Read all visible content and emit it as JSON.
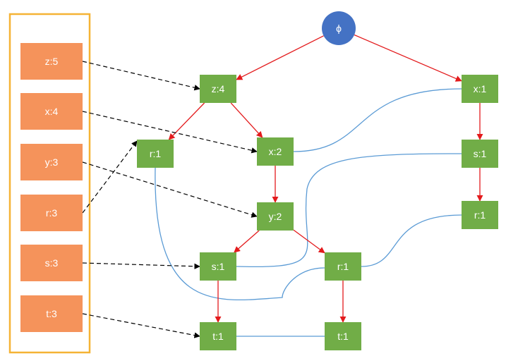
{
  "colors": {
    "header_panel_border": "#f5b335",
    "header_item_fill": "#f5935b",
    "tree_node_fill": "#71ad47",
    "root_fill": "#4472c4",
    "tree_edge": "#e31a1c",
    "node_link": "#5b9bd5",
    "header_pointer": "#000000"
  },
  "header_table": [
    {
      "id": "h-z",
      "label": "z:5"
    },
    {
      "id": "h-x",
      "label": "x:4"
    },
    {
      "id": "h-y",
      "label": "y:3"
    },
    {
      "id": "h-r",
      "label": "r:3"
    },
    {
      "id": "h-s",
      "label": "s:3"
    },
    {
      "id": "h-t",
      "label": "t:3"
    }
  ],
  "root": {
    "id": "root",
    "label": "ϕ"
  },
  "tree_nodes": [
    {
      "id": "z4",
      "label": "z:4"
    },
    {
      "id": "r1a",
      "label": "r:1"
    },
    {
      "id": "x2",
      "label": "x:2"
    },
    {
      "id": "y2",
      "label": "y:2"
    },
    {
      "id": "s1a",
      "label": "s:1"
    },
    {
      "id": "r1b",
      "label": "r:1"
    },
    {
      "id": "t1a",
      "label": "t:1"
    },
    {
      "id": "t1b",
      "label": "t:1"
    },
    {
      "id": "x1",
      "label": "x:1"
    },
    {
      "id": "s1b",
      "label": "s:1"
    },
    {
      "id": "r1c",
      "label": "r:1"
    }
  ],
  "tree_edges": [
    [
      "root",
      "z4"
    ],
    [
      "root",
      "x1"
    ],
    [
      "z4",
      "r1a"
    ],
    [
      "z4",
      "x2"
    ],
    [
      "x2",
      "y2"
    ],
    [
      "y2",
      "s1a"
    ],
    [
      "y2",
      "r1b"
    ],
    [
      "s1a",
      "t1a"
    ],
    [
      "r1b",
      "t1b"
    ],
    [
      "x1",
      "s1b"
    ],
    [
      "s1b",
      "r1c"
    ]
  ],
  "header_pointers": [
    [
      "h-z",
      "z4"
    ],
    [
      "h-x",
      "x2"
    ],
    [
      "h-y",
      "y2"
    ],
    [
      "h-r",
      "r1a"
    ],
    [
      "h-s",
      "s1a"
    ],
    [
      "h-t",
      "t1a"
    ]
  ],
  "node_links": [
    [
      "x2",
      "x1"
    ],
    [
      "s1a",
      "s1b"
    ],
    [
      "r1a",
      "r1b"
    ],
    [
      "r1b",
      "r1c"
    ],
    [
      "t1a",
      "t1b"
    ]
  ]
}
